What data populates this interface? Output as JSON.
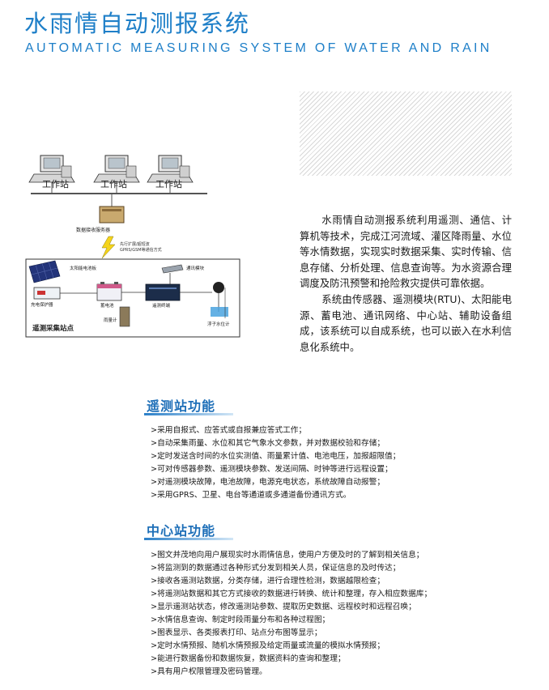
{
  "header": {
    "title_cn": "水雨情自动测报系统",
    "title_en": "AUTOMATIC MEASURING SYSTEM OF WATER AND RAIN"
  },
  "diagram": {
    "workstation_label": "工作站",
    "server_label": "数据接收服务器",
    "link_label_1": "先行扩展/超短波",
    "link_label_2": "GPRS/GSM等通信方式",
    "solar_label": "太阳能电池板",
    "controller_label": "充电保护器",
    "battery_label": "蓄电池",
    "rtu_label": "遥测终端",
    "module_label": "通讯模块",
    "rain_gauge_label": "雨量计",
    "float_gauge_label": "浮子水位计",
    "site_label": "遥测采集站点"
  },
  "intro": {
    "paragraph_1": "水雨情自动测报系统利用遥测、通信、计算机等技术，完成江河流域、灌区降雨量、水位等水情数据，实现实时数据采集、实时传输、信息存储、分析处理、信息查询等。为水资源合理调度及防汛预警和抢险救灾提供可靠依据。",
    "paragraph_2": "系统由传感器、遥测模块(RTU)、太阳能电源、蓄电池、通讯网络、中心站、辅助设备组成，该系统可以自成系统，也可以嵌入在水利信息化系统中。"
  },
  "remote_station": {
    "title": "遥测站功能",
    "items": [
      ">采用自报式、应答式或自报兼应答式工作；",
      ">自动采集雨量、水位和其它气象水文参数，并对数据校验和存储；",
      ">定时发送含时间的水位实测值、雨量累计值、电池电压，加报超限值；",
      ">可对传感器参数、遥测模块参数、发送间隔、时钟等进行远程设置；",
      ">对遥测模块故障，电池故障，电源充电状态，系统故障自动报警；",
      ">采用GPRS、卫星、电台等通道或多通道备份通讯方式。"
    ]
  },
  "center_station": {
    "title": "中心站功能",
    "items": [
      ">图文并茂地向用户展现实时水雨情信息，使用户方便及时的了解到相关信息；",
      ">将监测到的数据通过各种形式分发到相关人员，保证信息的及时传达；",
      ">接收各遥测站数据，分类存储，进行合理性检测，数据越限检查；",
      ">将遥测站数据和其它方式接收的数据进行转换、统计和整理，存入相应数据库；",
      ">显示遥测站状态，修改遥测站参数、提取历史数据、远程校时和远程召唤；",
      ">水情信息查询、制定时段雨量分布和各种过程图；",
      ">图表显示、各类报表打印、站点分布图等显示；",
      ">定时水情预报、随机水情预报及给定雨量或流量的模拟水情预报；",
      ">能进行数据备份和数据恢复，数据资料的查询和整理；",
      ">具有用户权限管理及密码管理。"
    ]
  },
  "colors": {
    "accent": "#1e7fc8",
    "section_title": "#1e6fb8",
    "text": "#1a1a1a"
  }
}
